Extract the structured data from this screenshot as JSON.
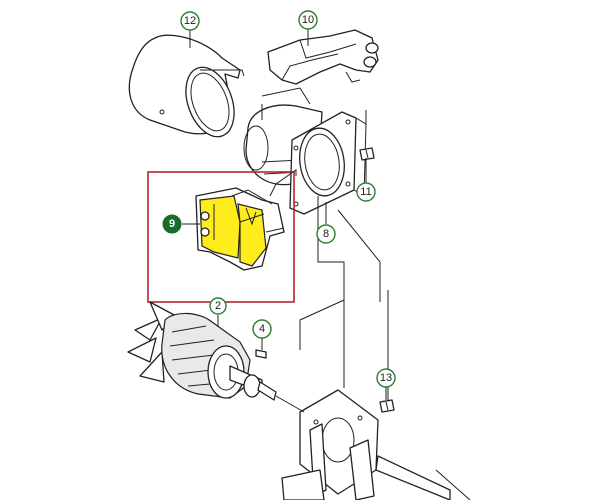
{
  "callouts": [
    {
      "id": "12",
      "label": "12"
    },
    {
      "id": "10",
      "label": "10"
    },
    {
      "id": "11",
      "label": "11"
    },
    {
      "id": "9",
      "label": "9",
      "highlighted": true
    },
    {
      "id": "8",
      "label": "8"
    },
    {
      "id": "2",
      "label": "2"
    },
    {
      "id": "4",
      "label": "4"
    },
    {
      "id": "13",
      "label": "13"
    }
  ],
  "colors": {
    "highlight_part": "#ffec1c",
    "highlight_box": "#b3262e",
    "callout_ring": "#2e7d32",
    "callout_selected_fill": "#1b6e2a"
  }
}
